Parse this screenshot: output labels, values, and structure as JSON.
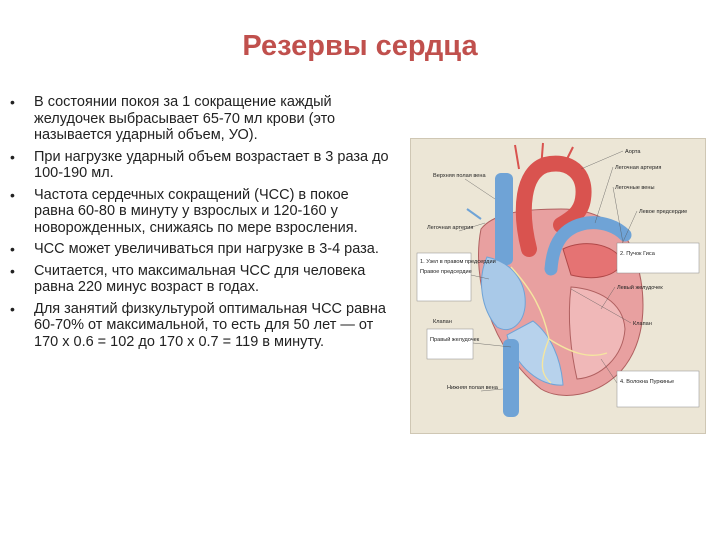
{
  "slide": {
    "title": "Резервы сердца",
    "bullet_glyph": "•",
    "bullets": [
      "В состоянии покоя за 1 сокращение каждый желудочек выбрасывает 65-70 мл крови (это называется ударный объем, УО).",
      "При нагрузке ударный объем возрастает в 3 раза до 100-190 мл.",
      "Частота сердечных сокращений (ЧСС) в покое равна 60-80 в минуту у взрослых и 120-160 у новорожденных, снижаясь по мере взросления.",
      "ЧСС может увеличиваться при нагрузке в 3-4 раза.",
      "Считается, что максимальная ЧСС для человека равна 220 минус возраст в годах.",
      "Для занятий физкультурой оптимальная ЧСС равна 60-70% от максимальной, то есть для 50 лет — от 170 х 0.6 = 102 до 170 х 0.7 = 119 в минуту."
    ]
  },
  "diagram": {
    "labels": {
      "aorta": "Аорта",
      "pulm_artery": "Легочная артерия",
      "pulm_veins": "Легочные вены",
      "left_atrium": "Левое предсердие",
      "superior_vena_cava": "Верхняя полая вена",
      "right_atrium": "Правое предсердие",
      "node_note": "1. Узел в правом предсердии",
      "bundle_note": "2. Пучок Гиса",
      "valve": "Клапан",
      "right_ventricle": "Правый желудочек",
      "left_ventricle": "Левый желудочек",
      "inferior_vena_cava": "Нижняя полая вена",
      "fibers_note": "4. Волокна Пуркинье"
    },
    "colors": {
      "background": "#ece6d6",
      "artery": "#d9534f",
      "vein": "#6fa3d6",
      "muscle": "#e8a0a0",
      "title": "#c0504d"
    }
  }
}
